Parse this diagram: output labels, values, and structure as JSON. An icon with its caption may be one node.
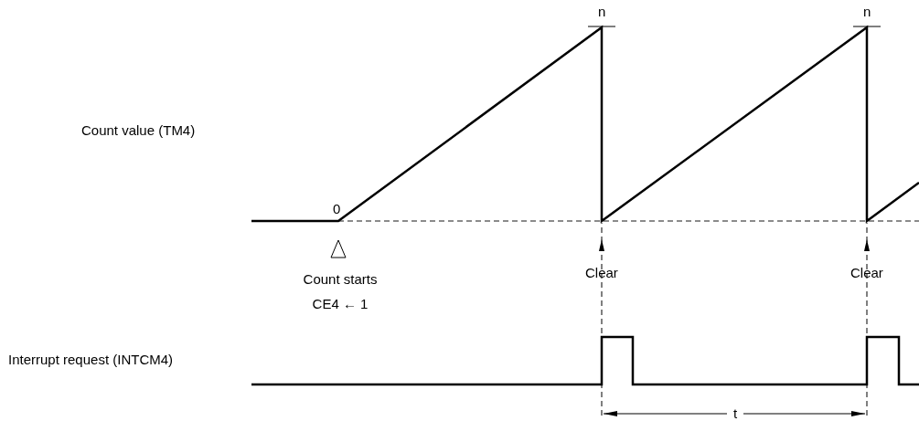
{
  "diagram": {
    "labels": [
      "n",
      "n",
      "Count value (TM4)",
      "0",
      "Count starts CE4 ← 1",
      "Clear",
      "Clear",
      "Interrupt request (INTCM4)",
      "t"
    ]
  }
}
